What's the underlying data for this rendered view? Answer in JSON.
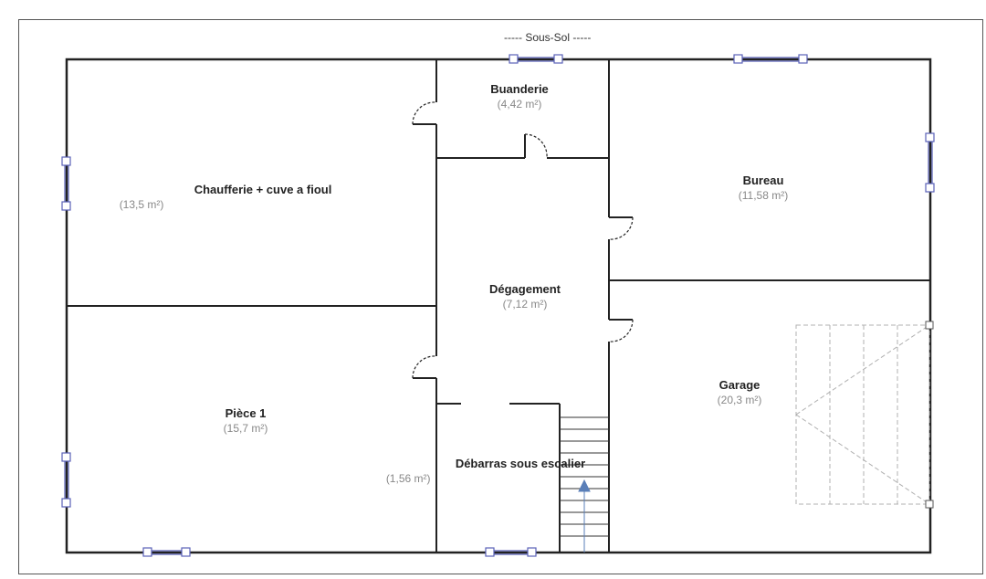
{
  "plan": {
    "title": "Sous-Sol",
    "rooms": [
      {
        "name": "Chaufferie + cuve a fioul",
        "area": "(13,5 m²)"
      },
      {
        "name": "Buanderie",
        "area": "(4,42 m²)"
      },
      {
        "name": "Bureau",
        "area": "(11,58 m²)"
      },
      {
        "name": "Dégagement",
        "area": "(7,12 m²)"
      },
      {
        "name": "Garage",
        "area": "(20,3 m²)"
      },
      {
        "name": "Pièce 1",
        "area": "(15,7 m²)"
      },
      {
        "name": "Débarras sous escalier",
        "area": "(1,56 m²)"
      }
    ]
  }
}
